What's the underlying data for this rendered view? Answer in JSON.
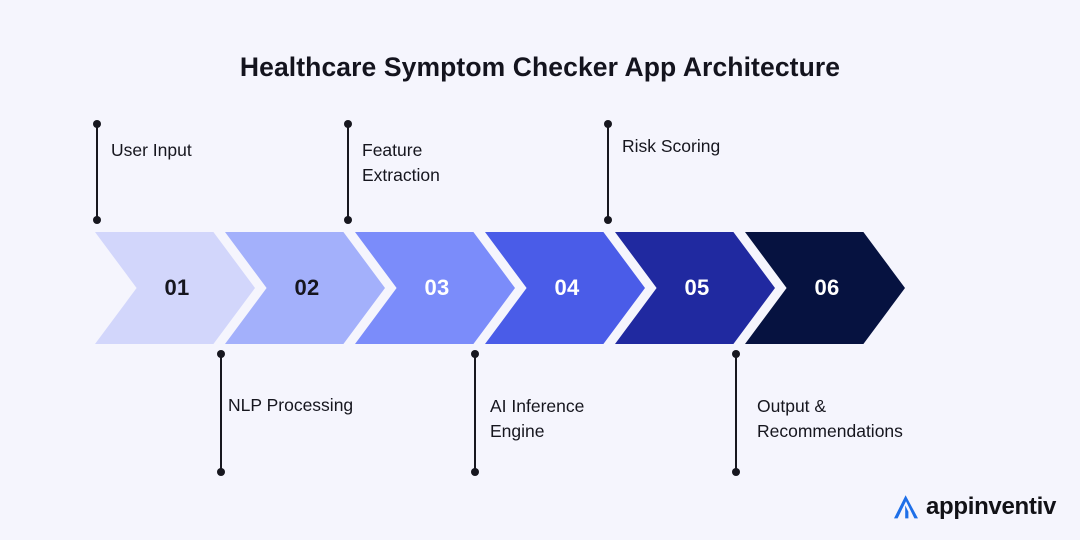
{
  "page": {
    "title": "Healthcare Symptom Checker App Architecture",
    "background_color": "#f5f5fd",
    "title_color": "#14141e"
  },
  "diagram_data": {
    "type": "process-flow-chevron",
    "orientation": "horizontal",
    "step_count": 6,
    "steps": [
      {
        "number": "01",
        "label": "User Input",
        "label_position": "above",
        "fill": "#d2d6fb",
        "number_color": "#16161e"
      },
      {
        "number": "02",
        "label": "NLP Processing",
        "label_position": "below",
        "fill": "#a3b0fb",
        "number_color": "#16161e"
      },
      {
        "number": "03",
        "label": "Feature\nExtraction",
        "label_position": "above",
        "fill": "#7b8cfa",
        "number_color": "#ffffff"
      },
      {
        "number": "04",
        "label": "AI Inference\nEngine",
        "label_position": "below",
        "fill": "#4a5ce8",
        "number_color": "#ffffff"
      },
      {
        "number": "05",
        "label": "Risk Scoring",
        "label_position": "above",
        "fill": "#2029a0",
        "number_color": "#ffffff"
      },
      {
        "number": "06",
        "label": "Output &\nRecommendations",
        "label_position": "below",
        "fill": "#061240",
        "number_color": "#ffffff"
      }
    ],
    "connector_color": "#17171f",
    "label_color": "#16161e"
  },
  "logo": {
    "text": "appinventiv",
    "mark_name": "appinventiv-arrow-mark",
    "mark_color": "#1e6fe8",
    "text_color": "#121217"
  }
}
